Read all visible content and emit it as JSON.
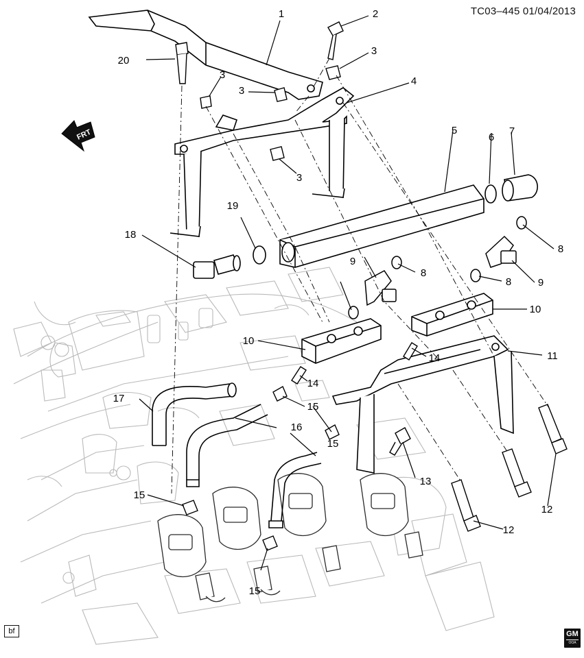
{
  "header": {
    "code": "TC03–445",
    "date": "01/04/2013"
  },
  "orientation_label": "FRT",
  "corner_tag": "bf",
  "logo": {
    "text": "GM",
    "sub": "OOA"
  },
  "callouts": [
    "1",
    "2",
    "3",
    "3",
    "3",
    "3",
    "4",
    "5",
    "6",
    "7",
    "8",
    "8",
    "8",
    "9",
    "9",
    "10",
    "10",
    "11",
    "12",
    "12",
    "13",
    "14",
    "14",
    "15",
    "15",
    "15",
    "15",
    "16",
    "17",
    "18",
    "19",
    "20"
  ]
}
